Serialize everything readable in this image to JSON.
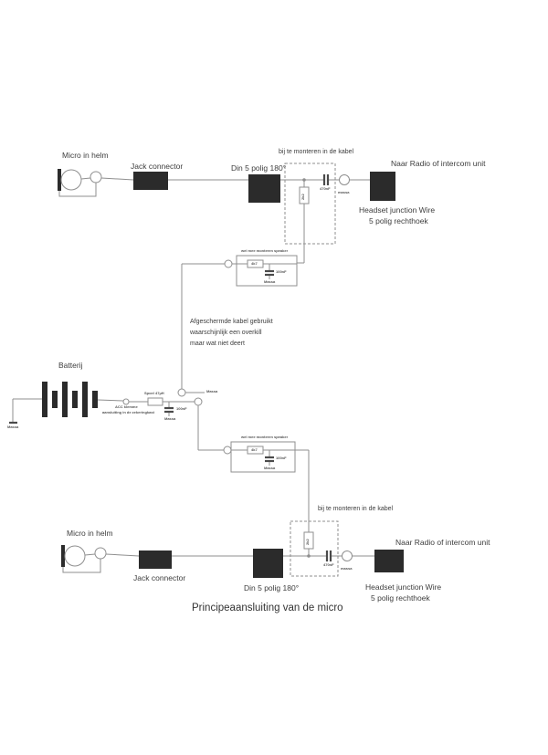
{
  "title": "Principeaansluiting van de micro",
  "colors": {
    "line": "#8f8f8f",
    "block": "#2b2b2b",
    "text": "#3d3d3d"
  },
  "sections": {
    "top": {
      "micro_label": "Micro in helm",
      "jack_label": "Jack connector",
      "din_label": "Din 5 polig 180°",
      "cable_note": "bij te monteren in de kabel",
      "resistor": "2k2",
      "capacitor": "470nF",
      "ground": "massa",
      "radio_label": "Naar Radio of intercom unit",
      "headset_line1": "Headset junction Wire",
      "headset_line2": "5 polig rechthoek"
    },
    "filter_top": {
      "box_title": "wel mee monteren speaker",
      "resistor": "4k7",
      "capacitor": "100nF",
      "ground": "Massa"
    },
    "note": {
      "line1": "Afgeschermde kabel gebruikt",
      "line2": "waarschijnlijk een overkill",
      "line3": "maar wat niet deert"
    },
    "battery": {
      "label": "Batterij",
      "ground_left": "Massa",
      "acc_line1": "ACC klemme",
      "acc_line2": "aansluiting in de zekeringkast",
      "coil": "Spoel 47µH",
      "capacitor": "100nF",
      "cap_ground": "Massa",
      "massa_tap": "Massa"
    },
    "filter_bottom": {
      "box_title": "wel mee monteren speaker",
      "resistor": "4k7",
      "capacitor": "100nF",
      "ground": "Massa"
    },
    "bottom": {
      "micro_label": "Micro in helm",
      "jack_label": "Jack connector",
      "din_label": "Din 5 polig 180°",
      "cable_note": "bij te monteren in de kabel",
      "resistor": "2k2",
      "capacitor": "470nF",
      "ground": "massa",
      "radio_label": "Naar Radio of intercom unit",
      "headset_line1": "Headset junction Wire",
      "headset_line2": "5 polig rechthoek"
    }
  }
}
